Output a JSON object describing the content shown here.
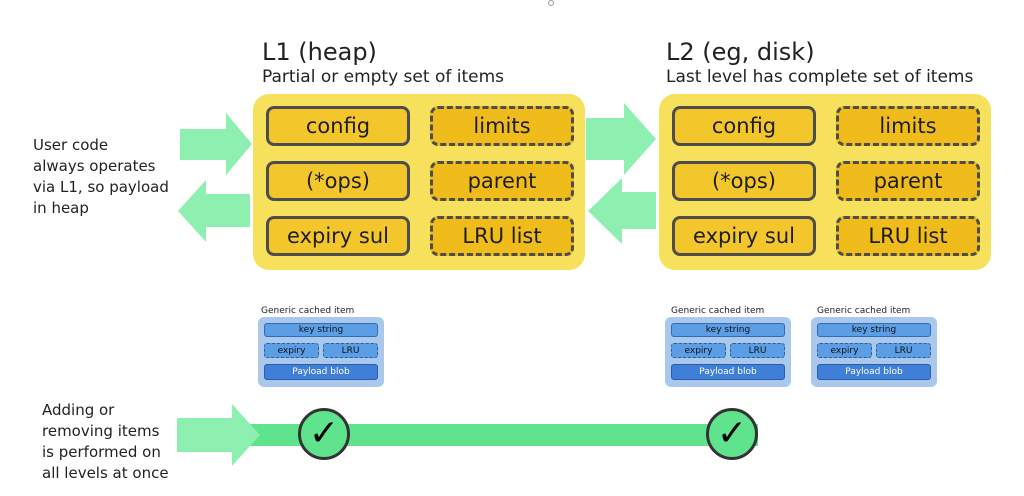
{
  "colors": {
    "panel": "#f7e15c",
    "cell_solid": "#f3c62c",
    "cell_dashed": "#f0bc1c",
    "arrow": "#8ef0b0",
    "bar": "#5fe38c",
    "item_bg": "#a9c8ec",
    "item_box": "#5c9ee6",
    "payload": "#3f7fd8"
  },
  "l1": {
    "title": "L1 (heap)",
    "subtitle": "Partial or empty set of items",
    "cells": {
      "config": "config",
      "limits": "limits",
      "ops": "(*ops)",
      "parent": "parent",
      "expiry": "expiry sul",
      "lru": "LRU list"
    }
  },
  "l2": {
    "title": "L2 (eg, disk)",
    "subtitle": "Last level has complete set of items",
    "cells": {
      "config": "config",
      "limits": "limits",
      "ops": "(*ops)",
      "parent": "parent",
      "expiry": "expiry sul",
      "lru": "LRU list"
    }
  },
  "user_note": [
    "User code",
    "always operates",
    "via L1, so payload",
    "in heap"
  ],
  "bottom_note": [
    "Adding or",
    "removing items",
    "is performed on",
    "all levels at once"
  ],
  "cached_item": {
    "label": "Generic cached item",
    "key": "key string",
    "expiry": "expiry",
    "lru": "LRU",
    "payload": "Payload blob"
  },
  "check_glyph": "✓",
  "icons": [
    "arrow-right-icon",
    "arrow-left-icon",
    "check-circle-icon"
  ]
}
